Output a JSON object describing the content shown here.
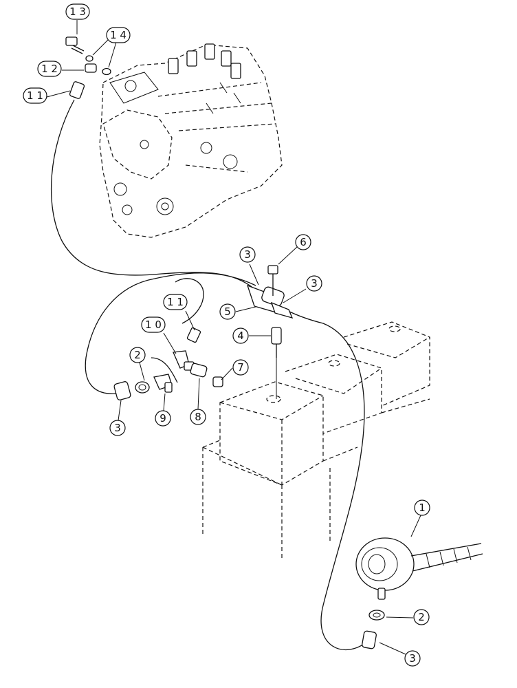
{
  "callouts": {
    "c13": "1 3",
    "c14": "1 4",
    "c12": "1 2",
    "c11a": "1 1",
    "c6": "6",
    "c3a": "3",
    "c3b": "3",
    "c5": "5",
    "c11b": "1 1",
    "c10": "1 0",
    "c4": "4",
    "c2a": "2",
    "c7": "7",
    "c3c": "3",
    "c9": "9",
    "c8": "8",
    "c1": "1",
    "c2b": "2",
    "c3d": "3"
  }
}
